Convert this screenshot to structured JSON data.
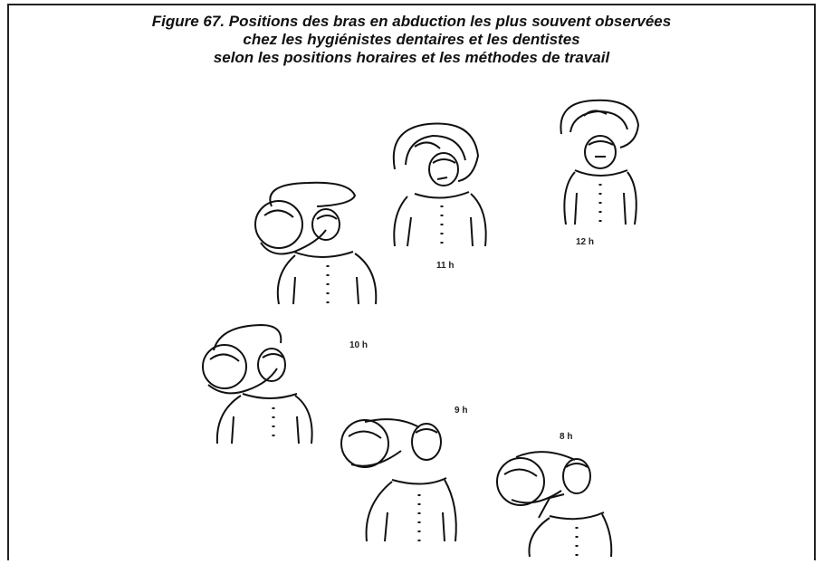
{
  "figure": {
    "title_lines": [
      "Figure 67. Positions des bras en abduction les plus souvent observées",
      "chez les hygiénistes dentaires et les dentistes",
      "selon les positions horaires et les méthodes de travail"
    ],
    "positions": [
      {
        "id": "12h",
        "label": "12 h"
      },
      {
        "id": "11h",
        "label": "11 h"
      },
      {
        "id": "10h",
        "label": "10 h"
      },
      {
        "id": "9h",
        "label": "9 h"
      },
      {
        "id": "8h",
        "label": "8 h"
      }
    ]
  }
}
